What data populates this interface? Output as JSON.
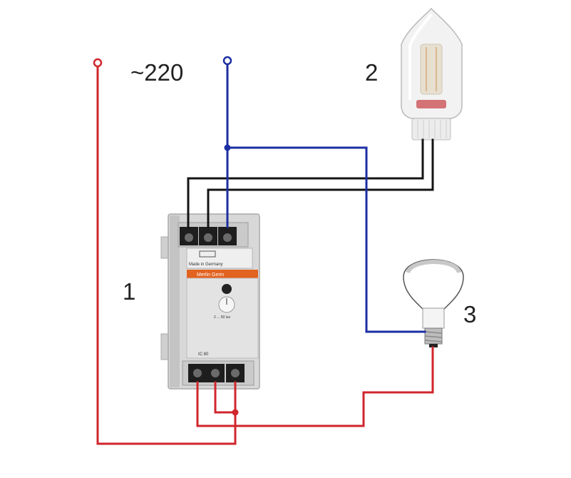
{
  "labels": {
    "supply": "~220",
    "relay": "1",
    "sensor": "2",
    "lamp": "3"
  },
  "device": {
    "origin": "Made in Germany",
    "brand": "Merlin Gerin",
    "range": "2 ... 50 lux",
    "model": "IC 80"
  },
  "colors": {
    "phase": "#d0262c",
    "neutral": "#1c2ea3",
    "control": "#141414",
    "band": "#e2621f"
  }
}
